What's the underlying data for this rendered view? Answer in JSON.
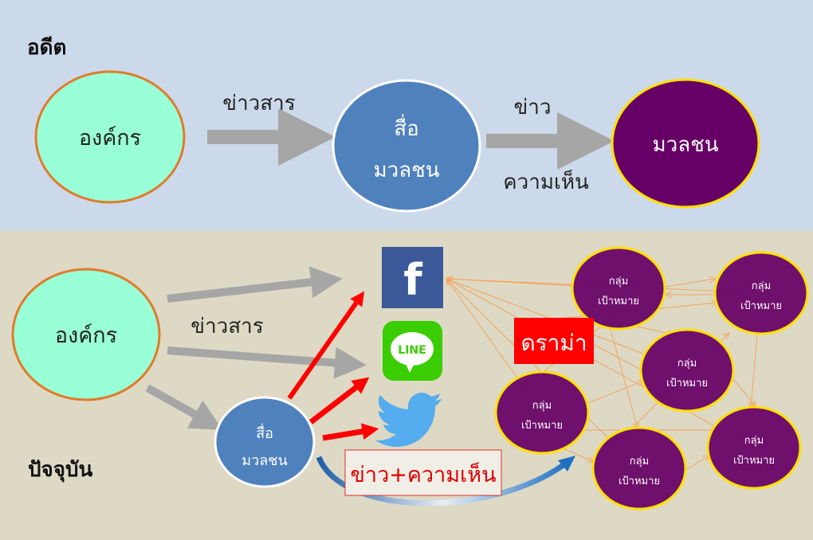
{
  "past": {
    "title": "อดีต",
    "organization": "องค์กร",
    "info_label": "ข่าวสาร",
    "media_line1": "สื่อ",
    "media_line2": "มวลชน",
    "news_label": "ข่าว",
    "opinion_label": "ความเห็น",
    "public": "มวลชน"
  },
  "present": {
    "title": "ปัจจุบัน",
    "organization": "องค์กร",
    "info_label": "ข่าวสาร",
    "media_line1": "สื่อ",
    "media_line2": "มวลชน",
    "news_opinion_label": "ข่าว+ความเห็น",
    "drama_label": "ดราม่า",
    "line_logo_text": "LINE",
    "facebook_glyph": "f",
    "groups": [
      {
        "line1": "กลุ่ม",
        "line2": "เป้าหมาย"
      },
      {
        "line1": "กลุ่ม",
        "line2": "เป้าหมาย"
      },
      {
        "line1": "กลุ่ม",
        "line2": "เป้าหมาย"
      },
      {
        "line1": "กลุ่ม",
        "line2": "เป้าหมาย"
      },
      {
        "line1": "กลุ่ม",
        "line2": "เป้าหมาย"
      },
      {
        "line1": "กลุ่ม",
        "line2": "เป้าหมาย"
      }
    ]
  },
  "colors": {
    "top_bg": "#ccd9ea",
    "bottom_bg": "#ddd9c4",
    "org_fill": "#99ffd6",
    "media_fill": "#4f81bd",
    "public_fill": "#660066",
    "facebook": "#3b5998",
    "line": "#3acd01",
    "twitter": "#55acee",
    "red": "#ff0000"
  }
}
